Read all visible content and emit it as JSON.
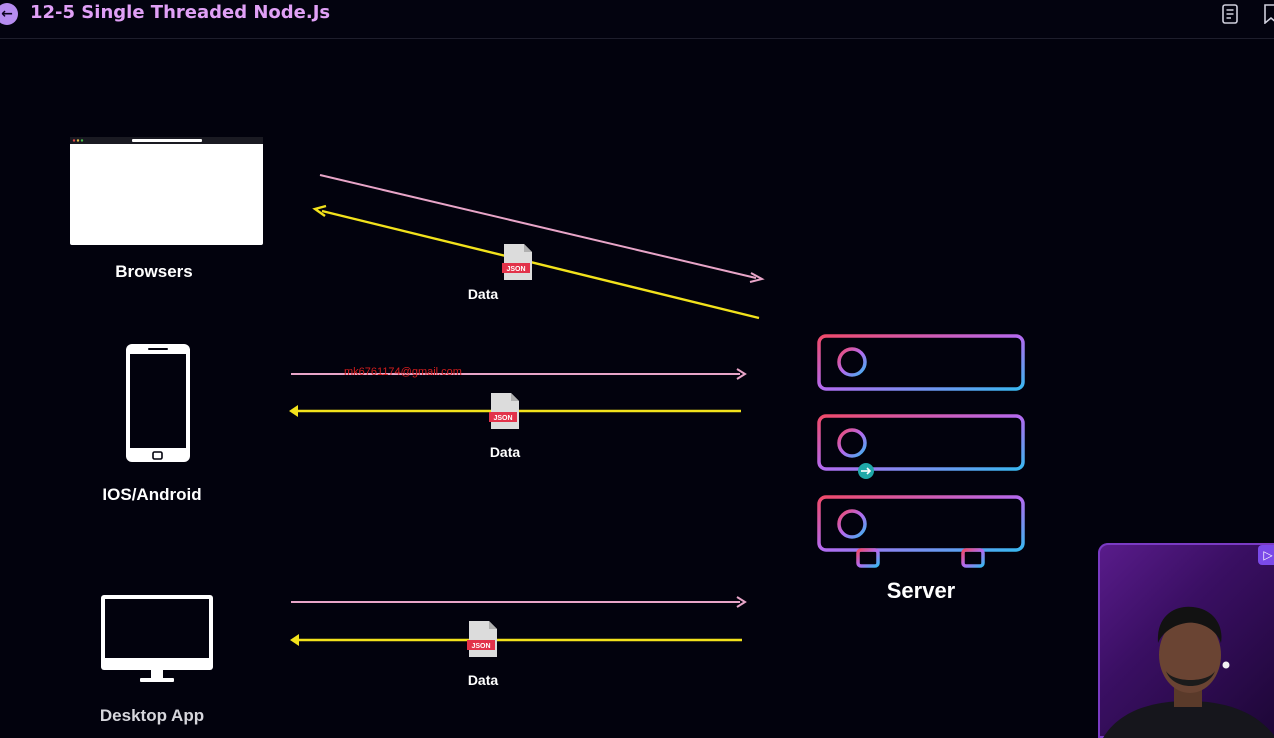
{
  "header": {
    "title": "12-5 Single Threaded Node.Js",
    "back_icon": "back-arrow-icon",
    "notes_icon": "document-icon",
    "bookmark_icon": "bookmark-icon"
  },
  "diagram": {
    "clients": [
      {
        "label": "Browsers",
        "icon": "browser-window-icon"
      },
      {
        "label": "IOS/Android",
        "icon": "smartphone-icon"
      },
      {
        "label": "Desktop App",
        "icon": "monitor-icon"
      }
    ],
    "server": {
      "label": "Server",
      "icon": "server-rack-icon"
    },
    "data_labels": [
      "Data",
      "Data",
      "Data"
    ],
    "payload_badge": "JSON",
    "colors": {
      "request_arrow": "#e8a5c8",
      "response_arrow": "#f2e21c",
      "server_gradient_start": "#f04a6a",
      "server_gradient_mid": "#b46af0",
      "server_gradient_end": "#38b8f0"
    }
  },
  "watermark": {
    "email": "mk6761174@gmail.com"
  },
  "webcam": {
    "expand_icon": "expand-icon"
  }
}
